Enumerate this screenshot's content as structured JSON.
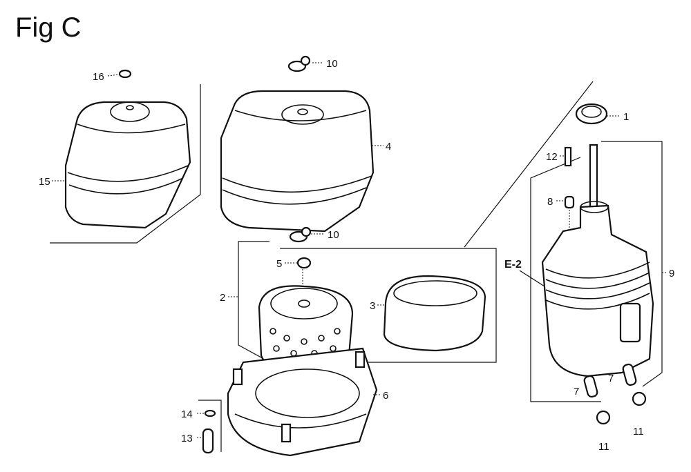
{
  "figure": {
    "title": "Fig C",
    "callouts": {
      "c16": "16",
      "c10a": "10",
      "c15": "15",
      "c4": "4",
      "c10b": "10",
      "c5": "5",
      "c2": "2",
      "c3": "3",
      "c6": "6",
      "c14": "14",
      "c13": "13",
      "c1": "1",
      "c12": "12",
      "c8": "8",
      "c9": "9",
      "ce2": "E-2",
      "c7a": "7",
      "c7b": "7",
      "c11a": "11",
      "c11b": "11"
    }
  }
}
